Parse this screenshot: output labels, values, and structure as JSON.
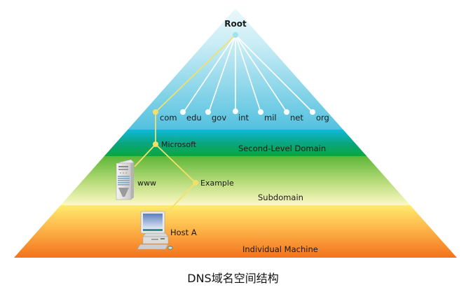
{
  "diagram": {
    "title": "DNS域名空间结构",
    "root": {
      "label": "Root"
    },
    "top_level_domains": [
      {
        "label": "com",
        "highlighted": true
      },
      {
        "label": "edu",
        "highlighted": false
      },
      {
        "label": "gov",
        "highlighted": false
      },
      {
        "label": "int",
        "highlighted": false
      },
      {
        "label": "mil",
        "highlighted": false
      },
      {
        "label": "net",
        "highlighted": false
      },
      {
        "label": "org",
        "highlighted": false
      }
    ],
    "second_level": {
      "label": "Microsoft"
    },
    "subdomain_nodes": {
      "server": {
        "label": "www",
        "icon": "server-icon"
      },
      "example": {
        "label": "Example"
      }
    },
    "host": {
      "label": "Host A",
      "icon": "desktop-computer-icon"
    },
    "levels": [
      {
        "label": "Second-Level Domain"
      },
      {
        "label": "Subdomain"
      },
      {
        "label": "Individual Machine"
      }
    ],
    "colors": {
      "path_highlight": "#f2e06a",
      "branch_line": "#ffffff",
      "root_node": "#9fe3ee",
      "band_top_start": "#eef9fc",
      "band_top_end": "#56c3e0",
      "band_second_start": "#13b6d6",
      "band_second_end": "#0aa84a",
      "band_sub_start": "#5fb83a",
      "band_sub_end": "#fbf7b8",
      "band_machine_start": "#ffe86a",
      "band_machine_end": "#f5781e"
    }
  }
}
